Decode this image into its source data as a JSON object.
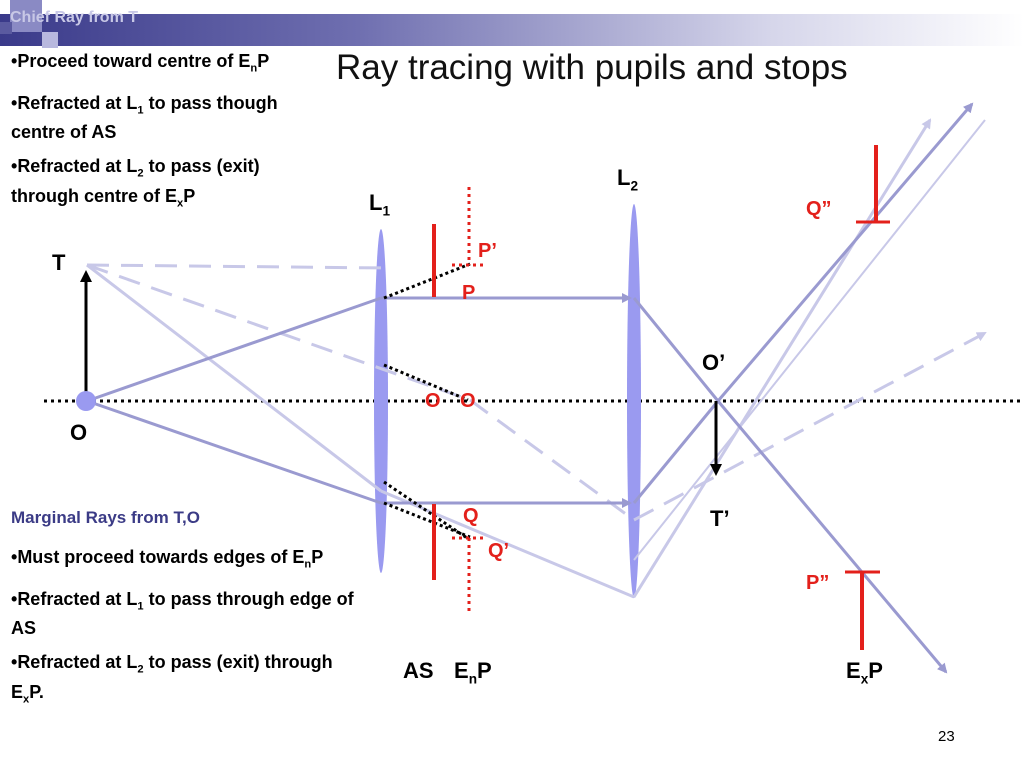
{
  "header": {
    "section_title": "Chief Ray from T"
  },
  "title": "Ray tracing with pupils and stops",
  "chief_ray_bullets": [
    {
      "bullet": "•",
      "text": "Proceed toward centre of E",
      "sub": "n",
      "tail": "P"
    },
    {
      "bullet": "•",
      "text": "Refracted at L",
      "sub": "1",
      "tail": " to pass though centre of AS"
    },
    {
      "bullet": "•",
      "text": "Refracted at L",
      "sub": "2",
      "tail": " to pass (exit) through centre of E",
      "sub2": "x",
      "tail2": "P"
    }
  ],
  "marginal_section": {
    "heading": "Marginal Rays from T,O",
    "bullets": [
      {
        "bullet": "•",
        "text": "Must proceed towards edges of E",
        "sub": "n",
        "tail": "P"
      },
      {
        "bullet": "•",
        "text": "Refracted at L",
        "sub": "1",
        "tail": " to pass through edge of AS"
      },
      {
        "bullet": "•",
        "text": "Refracted at L",
        "sub": "2",
        "tail": " to pass (exit) through E",
        "sub2": "x",
        "tail2": "P."
      }
    ]
  },
  "diagram_labels": {
    "L1": {
      "main": "L",
      "sub": "1"
    },
    "L2": {
      "main": "L",
      "sub": "2"
    },
    "T": "T",
    "O": "O",
    "O_prime": "O’",
    "T_prime": "T’",
    "P_prime": "P’",
    "P": "P",
    "O_red_left": "O",
    "O_red_right": "O",
    "Q": "Q",
    "Q_prime": "Q’",
    "Q_double_prime": "Q”",
    "P_double_prime": "P”",
    "AS": "AS",
    "EnP": {
      "main": "E",
      "sub": "n",
      "tail": "P"
    },
    "ExP": {
      "main": "E",
      "sub": "x",
      "tail": "P"
    }
  },
  "page_number": "23",
  "colors": {
    "ray": "#9a9ad0",
    "ray_light": "#c8c8e8",
    "lens": "#9a9af0",
    "red": "#e3201b",
    "header_gradient_start": "#3a3a8a",
    "header_gradient_end": "#ffffff",
    "heading_text": "#3b3b86"
  }
}
